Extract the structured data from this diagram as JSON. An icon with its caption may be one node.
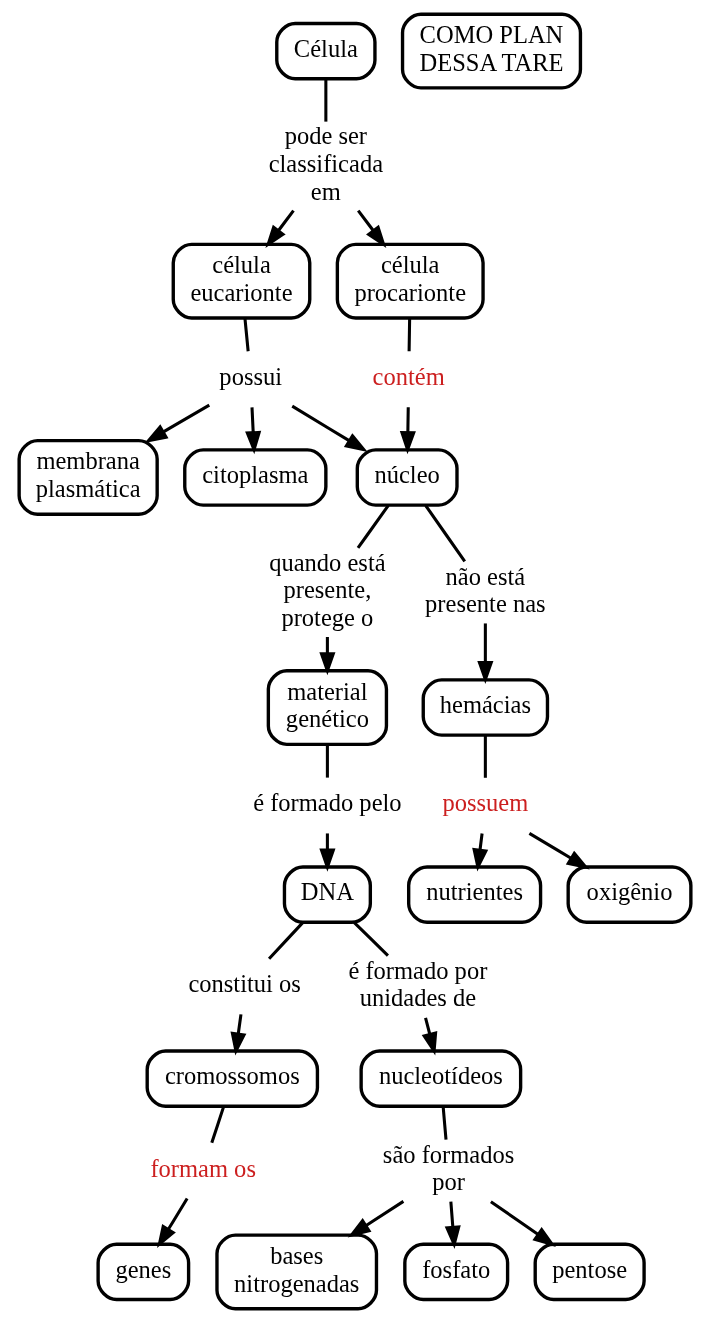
{
  "diagram": {
    "nodes": [
      {
        "text": [
          "Célula"
        ]
      },
      {
        "text": [
          "COMO PLAN DESSA TARE"
        ]
      },
      {
        "text": [
          "pode ser classificada em"
        ]
      },
      {
        "text": [
          "célula eucarionte"
        ]
      },
      {
        "text": [
          "célula procarionte"
        ]
      },
      {
        "text": [
          "possui"
        ]
      },
      {
        "text": [
          "contém"
        ]
      },
      {
        "text": [
          "membrana plasmática"
        ]
      },
      {
        "text": [
          "citoplasma"
        ]
      },
      {
        "text": [
          "núcleo"
        ]
      },
      {
        "text": [
          "quando está presente, protege o"
        ]
      },
      {
        "text": [
          "não está presente nas"
        ]
      },
      {
        "text": [
          "material genético"
        ]
      },
      {
        "text": [
          "hemácias"
        ]
      },
      {
        "text": [
          "é formado pelo"
        ]
      },
      {
        "text": [
          "possuem"
        ]
      },
      {
        "text": [
          "nutrientes"
        ]
      },
      {
        "text": [
          "oxigênio"
        ]
      },
      {
        "text": [
          "DNA"
        ]
      },
      {
        "text": [
          "constitui os"
        ]
      },
      {
        "text": [
          "é formado por unidades de"
        ]
      },
      {
        "text": [
          "cromossomos"
        ]
      },
      {
        "text": [
          "nucleotídeos"
        ]
      },
      {
        "text": [
          "formam os"
        ]
      },
      {
        "text": [
          "são formados por"
        ]
      },
      {
        "text": [
          "genes"
        ]
      },
      {
        "text": [
          "bases nitrogenadas"
        ]
      },
      {
        "text": [
          "fosfato"
        ]
      },
      {
        "text": [
          "pentose"
        ]
      }
    ],
    "edges": [
      {
        "from": 0,
        "to": 2,
        "arrow": "none"
      },
      {
        "from": 2,
        "to": 3,
        "arrow": "to"
      },
      {
        "from": 2,
        "to": 4,
        "arrow": "to"
      },
      {
        "from": 3,
        "to": 5,
        "arrow": "none"
      },
      {
        "from": 4,
        "to": 6,
        "arrow": "none"
      },
      {
        "from": 5,
        "to": 7,
        "arrow": "to"
      },
      {
        "from": 5,
        "to": 8,
        "arrow": "to"
      },
      {
        "from": 5,
        "to": 9,
        "arrow": "to"
      },
      {
        "from": 6,
        "to": 9,
        "arrow": "to"
      },
      {
        "from": 9,
        "to": 10,
        "arrow": "none"
      },
      {
        "from": 9,
        "to": 11,
        "arrow": "none"
      },
      {
        "from": 10,
        "to": 12,
        "arrow": "to"
      },
      {
        "from": 11,
        "to": 13,
        "arrow": "to"
      },
      {
        "from": 12,
        "to": 14,
        "arrow": "none"
      },
      {
        "from": 13,
        "to": 15,
        "arrow": "none"
      },
      {
        "from": 14,
        "to": 18,
        "arrow": "to"
      },
      {
        "from": 15,
        "to": 16,
        "arrow": "to"
      },
      {
        "from": 15,
        "to": 17,
        "arrow": "to"
      },
      {
        "from": 18,
        "to": 19,
        "arrow": "none"
      },
      {
        "from": 18,
        "to": 20,
        "arrow": "none"
      },
      {
        "from": 19,
        "to": 21,
        "arrow": "to"
      },
      {
        "from": 20,
        "to": 22,
        "arrow": "to"
      },
      {
        "from": 21,
        "to": 23,
        "arrow": "none"
      },
      {
        "from": 22,
        "to": 24,
        "arrow": "none"
      },
      {
        "from": 23,
        "to": 25,
        "arrow": "to"
      },
      {
        "from": 24,
        "to": 26,
        "arrow": "to"
      },
      {
        "from": 24,
        "to": 27,
        "arrow": "to"
      },
      {
        "from": 24,
        "to": 28,
        "arrow": "to"
      }
    ]
  }
}
